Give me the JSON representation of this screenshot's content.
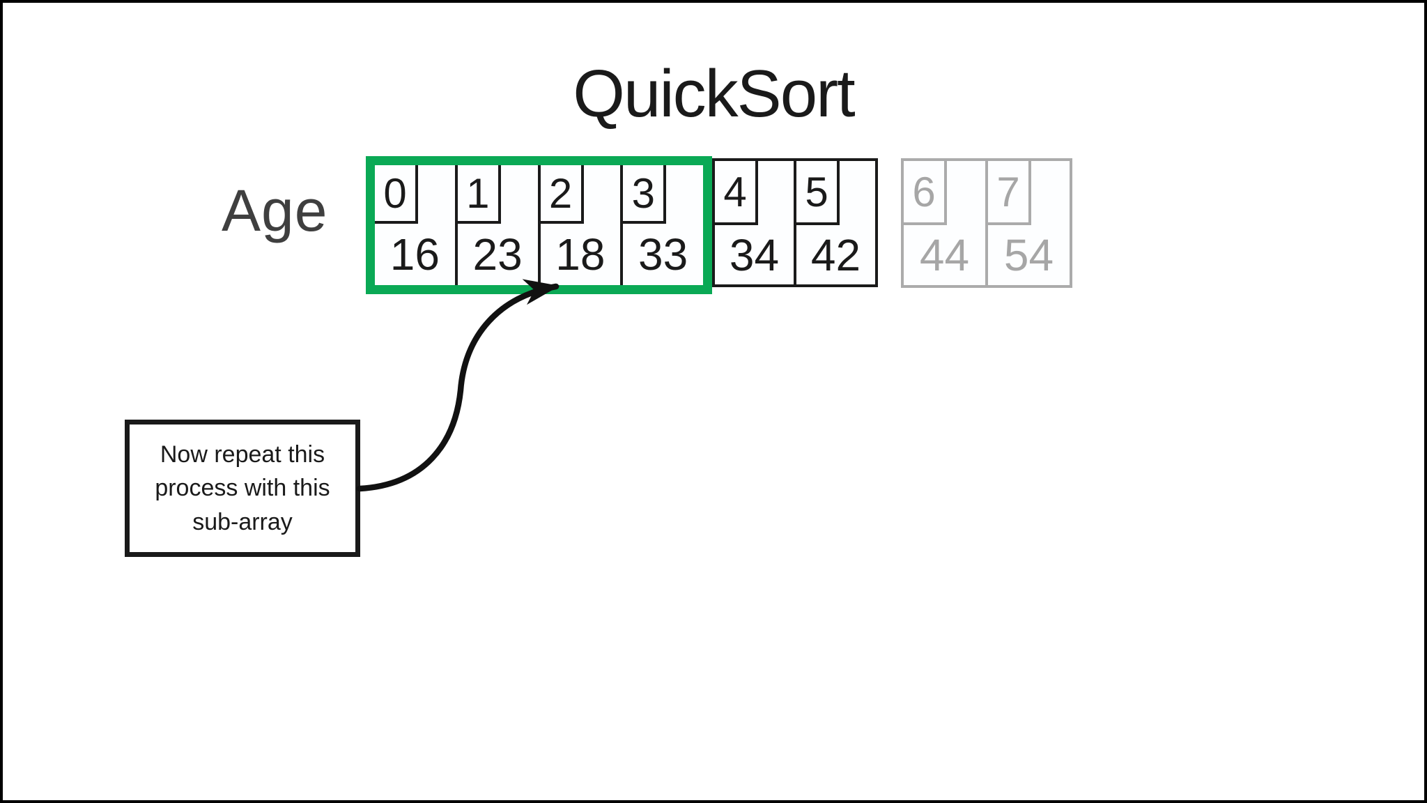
{
  "title": "QuickSort",
  "row_label": "Age",
  "array": {
    "groups": [
      {
        "name": "highlighted-subarray",
        "style": "green",
        "cells": [
          {
            "index": "0",
            "value": "16"
          },
          {
            "index": "1",
            "value": "23"
          },
          {
            "index": "2",
            "value": "18"
          },
          {
            "index": "3",
            "value": "33"
          }
        ]
      },
      {
        "name": "middle-subarray",
        "style": "black",
        "cells": [
          {
            "index": "4",
            "value": "34"
          },
          {
            "index": "5",
            "value": "42"
          }
        ]
      },
      {
        "name": "faded-subarray",
        "style": "gray",
        "cells": [
          {
            "index": "6",
            "value": "44"
          },
          {
            "index": "7",
            "value": "54"
          }
        ]
      }
    ]
  },
  "callout": {
    "text": "Now repeat this process with this sub-array",
    "lines": [
      "Now repeat this",
      "process with this",
      "sub-array"
    ]
  },
  "colors": {
    "highlight_green": "#0aa955",
    "gray_border": "#ababab",
    "gray_text": "#a6a6a6",
    "ink": "#1a1a1a"
  }
}
